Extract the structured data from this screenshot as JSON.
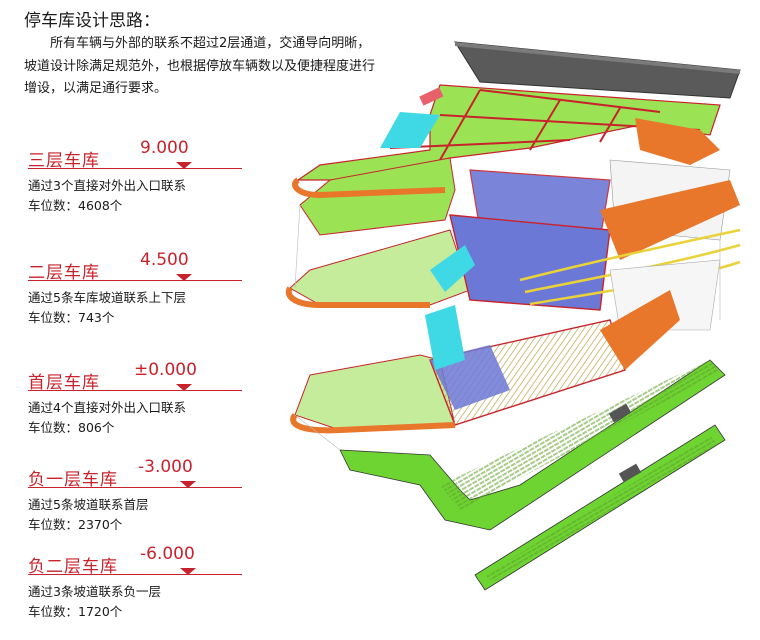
{
  "title": "停车库设计思路：",
  "intro": {
    "line1": "所有车辆与外部的联系不超过2层通道，交通导向明晰，",
    "line2": "坡道设计除满足规范外，也根据停放车辆数以及便捷程度进行",
    "line3": "增设，以满足通行要求。"
  },
  "levels": [
    {
      "name": "三层车库",
      "elevation": "9.000",
      "desc": "通过3个直接对外出入口联系",
      "count": "车位数：4608个"
    },
    {
      "name": "二层车库",
      "elevation": "4.500",
      "desc": "通过5条车库坡道联系上下层",
      "count": "车位数：743个"
    },
    {
      "name": "首层车库",
      "elevation": "±0.000",
      "desc": "通过4个直接对外出入口联系",
      "count": "车位数：806个"
    },
    {
      "name": "负一层车库",
      "elevation": "-3.000",
      "desc": "通过5条坡道联系首层",
      "count": "车位数：2370个"
    },
    {
      "name": "负二层车库",
      "elevation": "-6.000",
      "desc": "通过3条坡道联系负一层",
      "count": "车位数：1720个"
    }
  ],
  "colors": {
    "accent_red": "#c8232c",
    "garage_green": "#9be354",
    "bright_green": "#6ed432",
    "road_orange": "#e8762b",
    "ramp_cyan": "#3fd9e6",
    "zone_blue": "#6c78d6",
    "rail_yellow": "#e9d23a",
    "roof_gray": "#5a5a5a"
  }
}
